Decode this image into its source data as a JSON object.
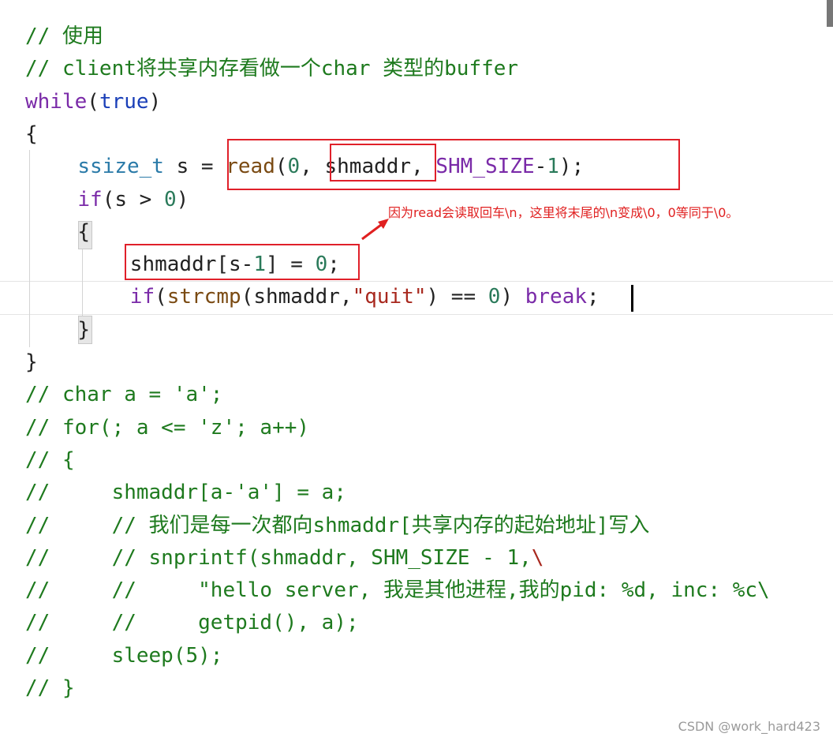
{
  "code_lines": [
    {
      "indent": 0,
      "tokens": [
        {
          "t": "// 使用",
          "c": "comment"
        }
      ]
    },
    {
      "indent": 0,
      "tokens": [
        {
          "t": "// client将共享内存看做一个char 类型的buffer",
          "c": "comment"
        }
      ]
    },
    {
      "indent": 0,
      "tokens": [
        {
          "t": "while",
          "c": "kw"
        },
        {
          "t": "(",
          "c": "punc"
        },
        {
          "t": "true",
          "c": "bool"
        },
        {
          "t": ")",
          "c": "punc"
        }
      ]
    },
    {
      "indent": 0,
      "tokens": [
        {
          "t": "{",
          "c": "brace"
        }
      ]
    },
    {
      "indent": 4,
      "tokens": [
        {
          "t": "ssize_t",
          "c": "type"
        },
        {
          "t": " s = ",
          "c": "punc"
        },
        {
          "t": "read",
          "c": "fn"
        },
        {
          "t": "(",
          "c": "punc"
        },
        {
          "t": "0",
          "c": "num"
        },
        {
          "t": ", shmaddr, ",
          "c": "punc"
        },
        {
          "t": "SHM_SIZE",
          "c": "macro"
        },
        {
          "t": "-",
          "c": "punc"
        },
        {
          "t": "1",
          "c": "num"
        },
        {
          "t": ");",
          "c": "punc"
        }
      ]
    },
    {
      "indent": 4,
      "tokens": [
        {
          "t": "if",
          "c": "kw"
        },
        {
          "t": "(s > ",
          "c": "punc"
        },
        {
          "t": "0",
          "c": "num"
        },
        {
          "t": ")",
          "c": "punc"
        }
      ]
    },
    {
      "indent": 4,
      "tokens": [
        {
          "t": "{",
          "c": "brace"
        }
      ]
    },
    {
      "indent": 8,
      "tokens": [
        {
          "t": "shmaddr[s-",
          "c": "punc"
        },
        {
          "t": "1",
          "c": "num"
        },
        {
          "t": "] = ",
          "c": "punc"
        },
        {
          "t": "0",
          "c": "num"
        },
        {
          "t": ";",
          "c": "punc"
        }
      ]
    },
    {
      "indent": 8,
      "tokens": [
        {
          "t": "if",
          "c": "kw"
        },
        {
          "t": "(",
          "c": "punc"
        },
        {
          "t": "strcmp",
          "c": "fn"
        },
        {
          "t": "(shmaddr,",
          "c": "punc"
        },
        {
          "t": "\"quit\"",
          "c": "str"
        },
        {
          "t": ") == ",
          "c": "punc"
        },
        {
          "t": "0",
          "c": "num"
        },
        {
          "t": ") ",
          "c": "punc"
        },
        {
          "t": "break",
          "c": "kw"
        },
        {
          "t": ";",
          "c": "punc"
        }
      ]
    },
    {
      "indent": 4,
      "tokens": [
        {
          "t": "}",
          "c": "brace"
        }
      ]
    },
    {
      "indent": 0,
      "tokens": [
        {
          "t": "}",
          "c": "brace"
        }
      ]
    },
    {
      "indent": 0,
      "tokens": [
        {
          "t": "// char a = 'a';",
          "c": "comment"
        }
      ]
    },
    {
      "indent": 0,
      "tokens": [
        {
          "t": "// for(; a <= 'z'; a++)",
          "c": "comment"
        }
      ]
    },
    {
      "indent": 0,
      "tokens": [
        {
          "t": "// {",
          "c": "comment"
        }
      ]
    },
    {
      "indent": 0,
      "tokens": [
        {
          "t": "//     shmaddr[a-'a'] = a;",
          "c": "comment"
        }
      ]
    },
    {
      "indent": 0,
      "tokens": [
        {
          "t": "//     // 我们是每一次都向shmaddr[共享内存的起始地址]写入",
          "c": "comment"
        }
      ]
    },
    {
      "indent": 0,
      "tokens": [
        {
          "t": "//     // snprintf(shmaddr, SHM_SIZE - 1,",
          "c": "comment"
        },
        {
          "t": "\\",
          "c": "slash"
        }
      ]
    },
    {
      "indent": 0,
      "tokens": [
        {
          "t": "//     //     \"hello server, 我是其他进程,我的pid: %d, inc: %c\\",
          "c": "comment"
        }
      ]
    },
    {
      "indent": 0,
      "tokens": [
        {
          "t": "//     //     getpid(), a);",
          "c": "comment"
        }
      ]
    },
    {
      "indent": 0,
      "tokens": [
        {
          "t": "//     sleep(5);",
          "c": "comment"
        }
      ]
    },
    {
      "indent": 0,
      "tokens": [
        {
          "t": "// }",
          "c": "comment"
        }
      ]
    }
  ],
  "annotation": "因为read会读取回车\\n，这里将末尾的\\n变成\\0，0等同于\\0。",
  "watermark": "CSDN @work_hard423",
  "colors": {
    "highlight_box": "#e0202a",
    "annotation_text": "#e02020",
    "comment": "#1e7a1e",
    "keyword": "#7a2aa8"
  },
  "icons": [
    "red-arrow-icon"
  ]
}
